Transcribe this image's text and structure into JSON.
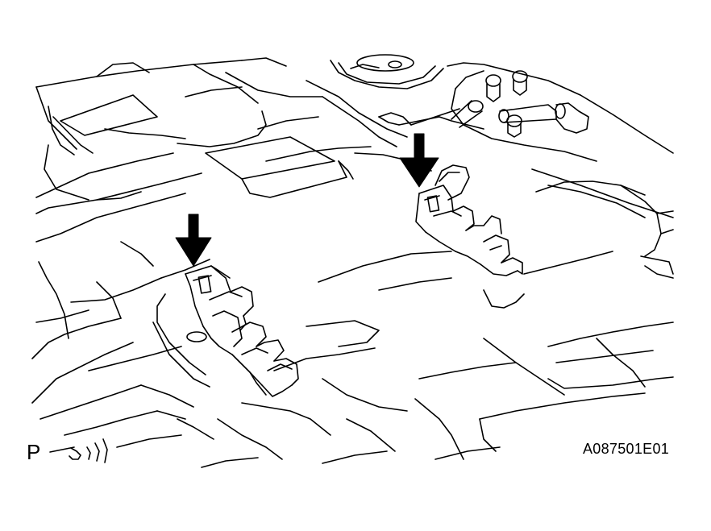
{
  "figure": {
    "view_mark": "P",
    "figure_id": "A087501E01"
  },
  "colors": {
    "line": "#000000",
    "background": "#ffffff",
    "arrow": "#000000"
  },
  "parts": [
    {
      "name": "left-wire-harness-clamp",
      "pointer": "left-arrow"
    },
    {
      "name": "right-wire-harness-clamp",
      "pointer": "right-arrow"
    }
  ]
}
